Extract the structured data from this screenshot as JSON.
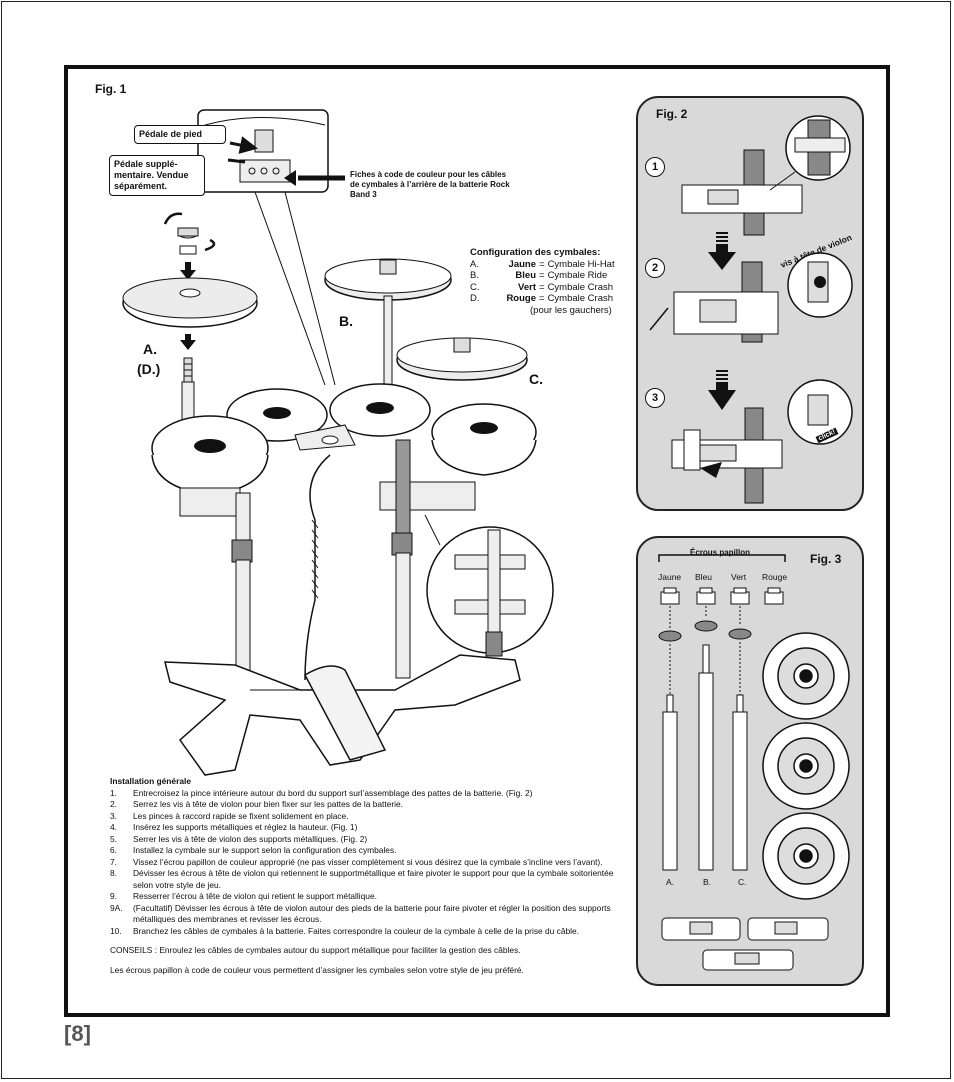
{
  "fig1": {
    "label": "Fig. 1",
    "callout_pedal": "Pédale de pied",
    "callout_extra_pedal": "Pédale supplé-mentaire. Vendue séparément.",
    "note_plugs": "Fiches à code de couleur pour les câbles de cymbales à l’arrière de la batterie Rock Band 3",
    "label_a": "A.",
    "label_d": "(D.)",
    "label_b": "B.",
    "label_c": "C."
  },
  "cymbal_config": {
    "title": "Configuration des cymbales:",
    "rows": [
      {
        "letter": "A.",
        "color": "Jaune",
        "eq": "=",
        "name": "Cymbale Hi-Hat"
      },
      {
        "letter": "B.",
        "color": "Bleu",
        "eq": "=",
        "name": "Cymbale Ride"
      },
      {
        "letter": "C.",
        "color": "Vert",
        "eq": "=",
        "name": "Cymbale Crash"
      },
      {
        "letter": "D.",
        "color": "Rouge",
        "eq": "=",
        "name": "Cymbale Crash"
      }
    ],
    "note": "(pour les gauchers)"
  },
  "fig2": {
    "label": "Fig. 2",
    "steps": [
      "1",
      "2",
      "3"
    ],
    "violin_screw": "vis à tête de violon",
    "click": "click!"
  },
  "fig3": {
    "label": "Fig. 3",
    "wingnuts": "Écrous papillon",
    "colors": [
      "Jaune",
      "Bleu",
      "Vert",
      "Rouge"
    ],
    "letters": [
      "A.",
      "B.",
      "C."
    ]
  },
  "instructions": {
    "title": "Installation générale",
    "steps": [
      {
        "num": "1.",
        "text": "Entrecroisez la pince intérieure autour du bord du support surl’assemblage des pattes de la batterie. (Fig. 2)"
      },
      {
        "num": "2.",
        "text": "Serrez les vis à tête de violon pour bien fixer sur les pattes de la batterie."
      },
      {
        "num": "3.",
        "text": "Les pinces à raccord rapide se fixent solidement en place."
      },
      {
        "num": "4.",
        "text": "Insérez les supports métalliques et réglez la hauteur. (Fig. 1)"
      },
      {
        "num": "5.",
        "text": "Serrer les vis à tête de violon des supports métalliques. (Fig. 2)"
      },
      {
        "num": "6.",
        "text": "Installez la cymbale sur le support selon la configuration des cymbales."
      },
      {
        "num": "7.",
        "text": "Vissez l’écrou papillon de couleur approprié (ne pas visser complètement si vous désirez que la cymbale s’incline vers l’avant)."
      },
      {
        "num": "8.",
        "text": "Dévisser les écrous à tête de violon qui retiennent le supportmétallique et faire pivoter le support pour que la cymbale soitorientée selon votre style de jeu."
      },
      {
        "num": "9.",
        "text": "Resserrer l’écrou à tête de violon qui retient le support métallique."
      },
      {
        "num": "9A.",
        "text": "(Facultatif) Dévisser les écrous à tête de violon autour des pieds de la batterie pour faire pivoter et régler la position des supports métalliques des membranes et revisser les écrous."
      },
      {
        "num": "10.",
        "text": "Branchez les câbles de cymbales à la batterie. Faites correspondre la couleur de la cymbale à celle de la prise du câble."
      }
    ],
    "tips": "CONSEILS : Enroulez les câbles de cymbales autour du support métallique pour faciliter la gestion des câbles.",
    "closing": "Les écrous papillon à code de couleur vous permettent d’assigner les cymbales selon votre style de jeu préféré."
  },
  "page_number": "8"
}
